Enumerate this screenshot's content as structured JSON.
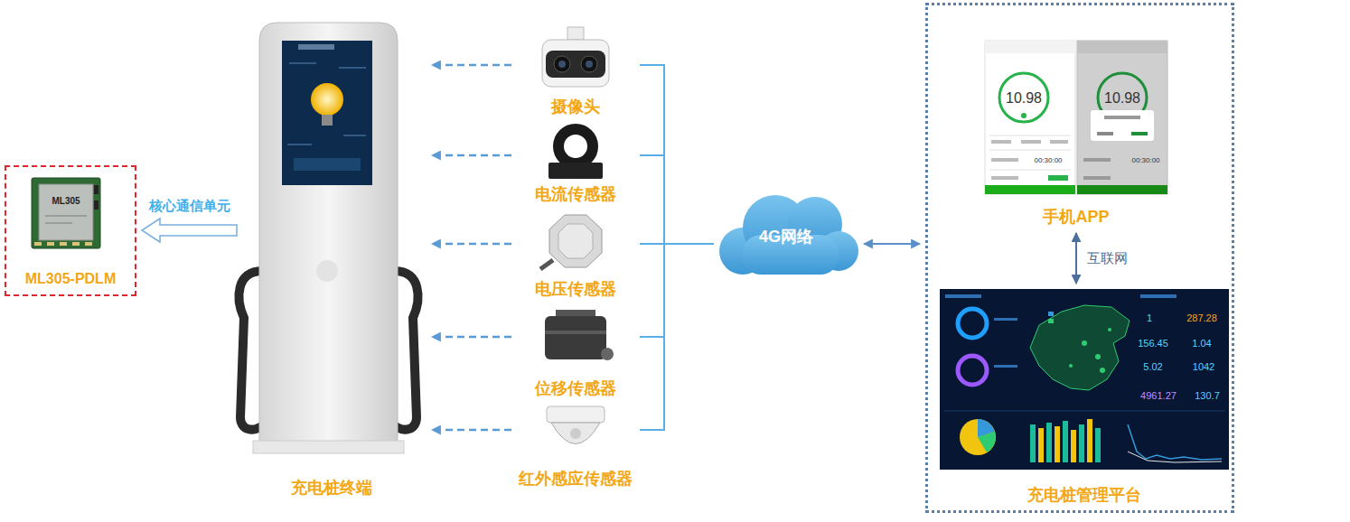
{
  "diagram": {
    "nodes": [
      {
        "text": [
          "ML305-PDLM"
        ]
      },
      {
        "text": [
          "充电桩终端"
        ]
      },
      {
        "text": [
          "摄像头"
        ]
      },
      {
        "text": [
          "电流传感器"
        ]
      },
      {
        "text": [
          "电压传感器"
        ]
      },
      {
        "text": [
          "位移传感器"
        ]
      },
      {
        "text": [
          "红外感应传感器"
        ]
      },
      {
        "text": [
          "4G网络"
        ]
      },
      {
        "text": []
      },
      {
        "text": [
          "手机APP"
        ],
        "in": 8
      },
      {
        "text": [
          "充电桩管理平台"
        ],
        "in": 8
      }
    ],
    "edges": [
      {
        "from": 1,
        "to": 0,
        "arrow": "to",
        "label": "核心通信单元"
      },
      {
        "from": 2,
        "to": 1,
        "arrow": "to"
      },
      {
        "from": 3,
        "to": 1,
        "arrow": "to"
      },
      {
        "from": 4,
        "to": 1,
        "arrow": "to"
      },
      {
        "from": 5,
        "to": 1,
        "arrow": "to"
      },
      {
        "from": 6,
        "to": 1,
        "arrow": "to"
      },
      {
        "from": 2,
        "to": 7,
        "arrow": "none"
      },
      {
        "from": 3,
        "to": 7,
        "arrow": "none"
      },
      {
        "from": 4,
        "to": 7,
        "arrow": "none"
      },
      {
        "from": 5,
        "to": 7,
        "arrow": "none"
      },
      {
        "from": 6,
        "to": 7,
        "arrow": "none"
      },
      {
        "from": 7,
        "to": 8,
        "arrow": "both"
      },
      {
        "from": 9,
        "to": 10,
        "arrow": "both",
        "label": "互联网"
      }
    ],
    "labels": [
      "ML305",
      "10.98",
      "10.98",
      "00:30:00",
      "00:30:00",
      "1",
      "287.28",
      "156.45",
      "1.04",
      "5.02",
      "1042",
      "4961.27",
      "130.7"
    ]
  }
}
